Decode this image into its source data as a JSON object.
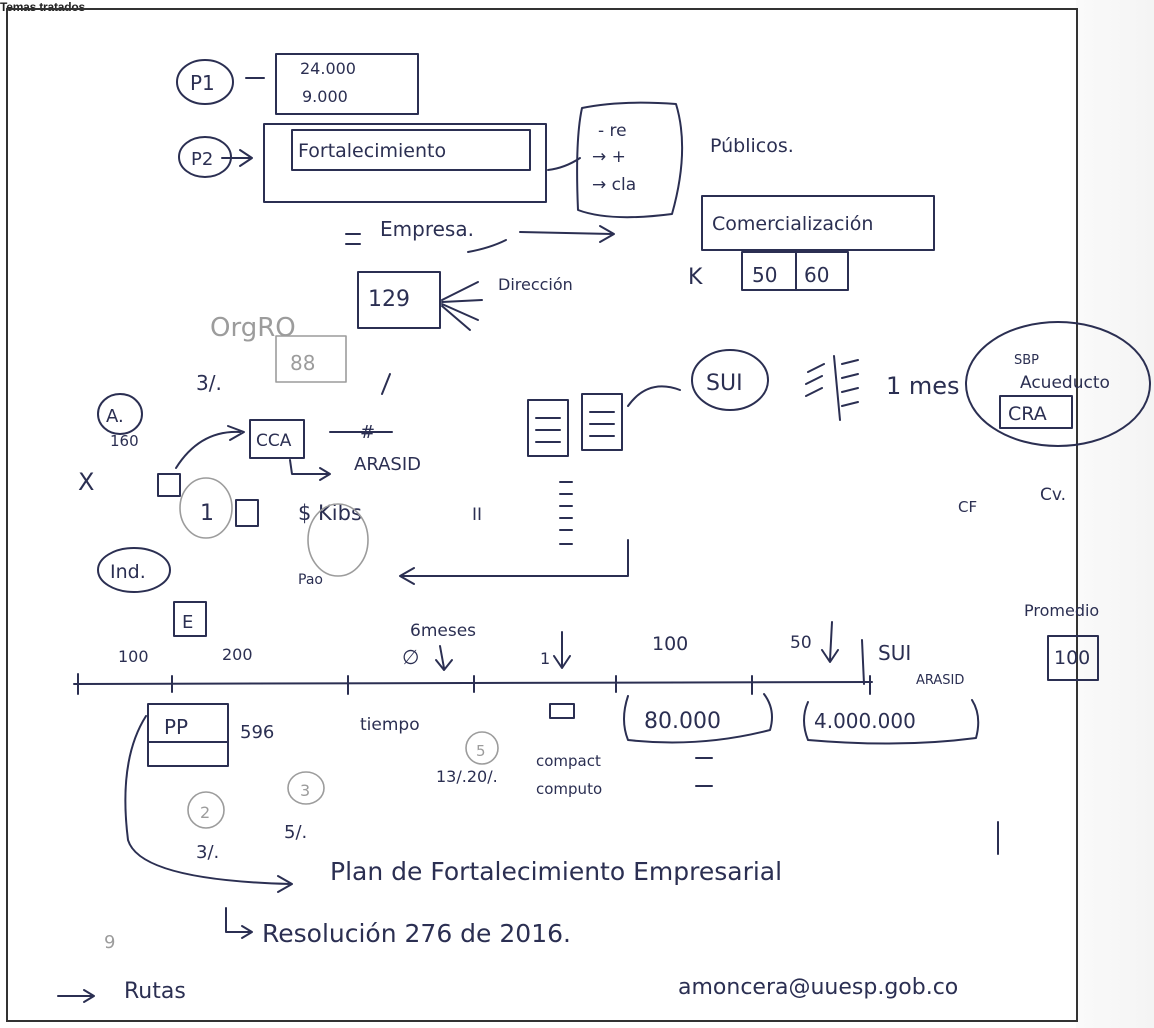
{
  "header": {
    "title": "Temas tratados"
  },
  "notes": {
    "p1_label": "P1",
    "p1_values": [
      "24.000",
      "9.000"
    ],
    "p2_label": "P2",
    "fortalecimiento": "Fortalecimiento",
    "cla_items": [
      "- re",
      "→ +",
      "→ cla"
    ],
    "publicos": "Públicos.",
    "comercializacion": "Comercialización",
    "empresa": "Empresa.",
    "direccion": "Dirección",
    "k": "K",
    "fifty": "50",
    "sixty": "60",
    "orgro": "OrgRO",
    "n129": "129",
    "three_pct": "3/.",
    "eight": "88",
    "a": "A.",
    "a_160": "160",
    "cca": "CCA",
    "hash_mark": "#",
    "arasid": "ARASID",
    "sui": "SUI",
    "mes": "1 mes",
    "sbp": "SBP",
    "acueducto": "Acueducto",
    "cra": "CRA",
    "kibs": "$ Kibs",
    "ii": "II",
    "one": "1",
    "cf": "CF",
    "cv": "Cv.",
    "ind": "Ind.",
    "pao": "Pao",
    "e_box": "E",
    "t100": "100",
    "t200": "200",
    "6meses": "6meses",
    "zero": "∅",
    "one_b": "1",
    "hundred": "100",
    "fifty_b": "50",
    "sui_b": "SUI",
    "arasid_b": "ARASID",
    "promedio": "Promedio",
    "promedio_val": "100",
    "pp": "PP",
    "n596": "596",
    "tiempo": "tiempo",
    "n80000": "80.000",
    "n4000000": "4.000.000",
    "five": "5",
    "pct_13_20": "13/.20/.",
    "compact": "compact",
    "computo": "computo",
    "two": "2",
    "three": "3",
    "five_pct": "5/.",
    "three_pct_b": "3/.",
    "plan": "Plan de Fortalecimiento Empresarial",
    "resolucion": "Resolución 276 de 2016.",
    "rutas": "Rutas",
    "email": "amoncera@uuesp.gob.co",
    "nine": "9"
  }
}
